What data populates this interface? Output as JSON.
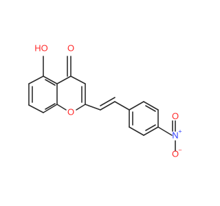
{
  "molecule": {
    "atoms": {
      "hydroxyl": "HO",
      "ketone_oxygen": "O",
      "ring_oxygen": "O",
      "nitrogen": "N",
      "nitro_oxygen_top": "O",
      "nitro_oxygen_bottom": "O"
    },
    "charges": {
      "nitrogen": "+",
      "nitro_oxygen_bottom": "−"
    },
    "colors": {
      "oxygen": "#ff2a2a",
      "nitrogen": "#2b3cff",
      "bond": "#2b2b2b"
    }
  }
}
